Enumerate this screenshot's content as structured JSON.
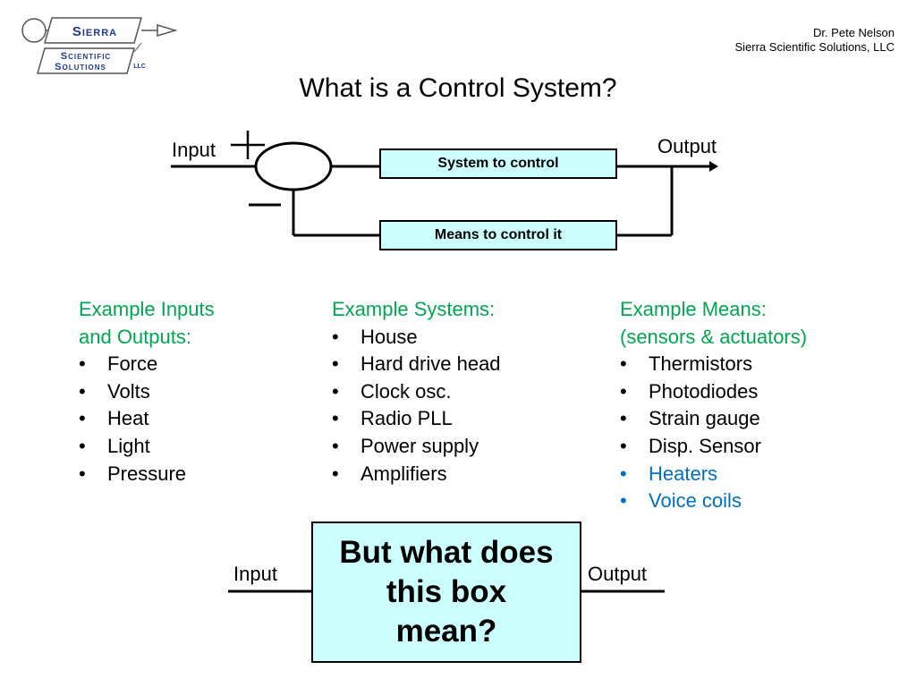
{
  "logo": {
    "line1": "Sierra",
    "line2": "Scientific",
    "line3": "Solutions",
    "llc": "LLC"
  },
  "author": {
    "name": "Dr. Pete Nelson",
    "company": "Sierra Scientific Solutions, LLC"
  },
  "title": "What is a Control System?",
  "diagram": {
    "input_label": "Input",
    "output_label": "Output",
    "plus_sign": "+",
    "minus_sign": "–",
    "system_box": "System to control",
    "means_box": "Means to control it"
  },
  "columns": {
    "inputs": {
      "header_line1": "Example Inputs",
      "header_line2": "and Outputs:",
      "items": [
        "Force",
        "Volts",
        "Heat",
        "Light",
        "Pressure"
      ]
    },
    "systems": {
      "header": "Example Systems:",
      "items": [
        "House",
        "Hard drive head",
        "Clock osc.",
        "Radio PLL",
        "Power supply",
        "Amplifiers"
      ]
    },
    "means": {
      "header_line1": "Example Means:",
      "header_line2": "(sensors & actuators)",
      "items": [
        "Thermistors",
        "Photodiodes",
        "Strain gauge",
        "Disp. Sensor",
        "Heaters",
        "Voice coils"
      ]
    }
  },
  "bottom": {
    "input_label": "Input",
    "output_label": "Output",
    "box_line1": "But what does",
    "box_line2": "this box",
    "box_line3": "mean?"
  },
  "colors": {
    "header_green": "#00a651",
    "highlight_blue": "#0070c0",
    "box_fill": "#ccffff",
    "logo_blue": "#1f3b8c"
  }
}
